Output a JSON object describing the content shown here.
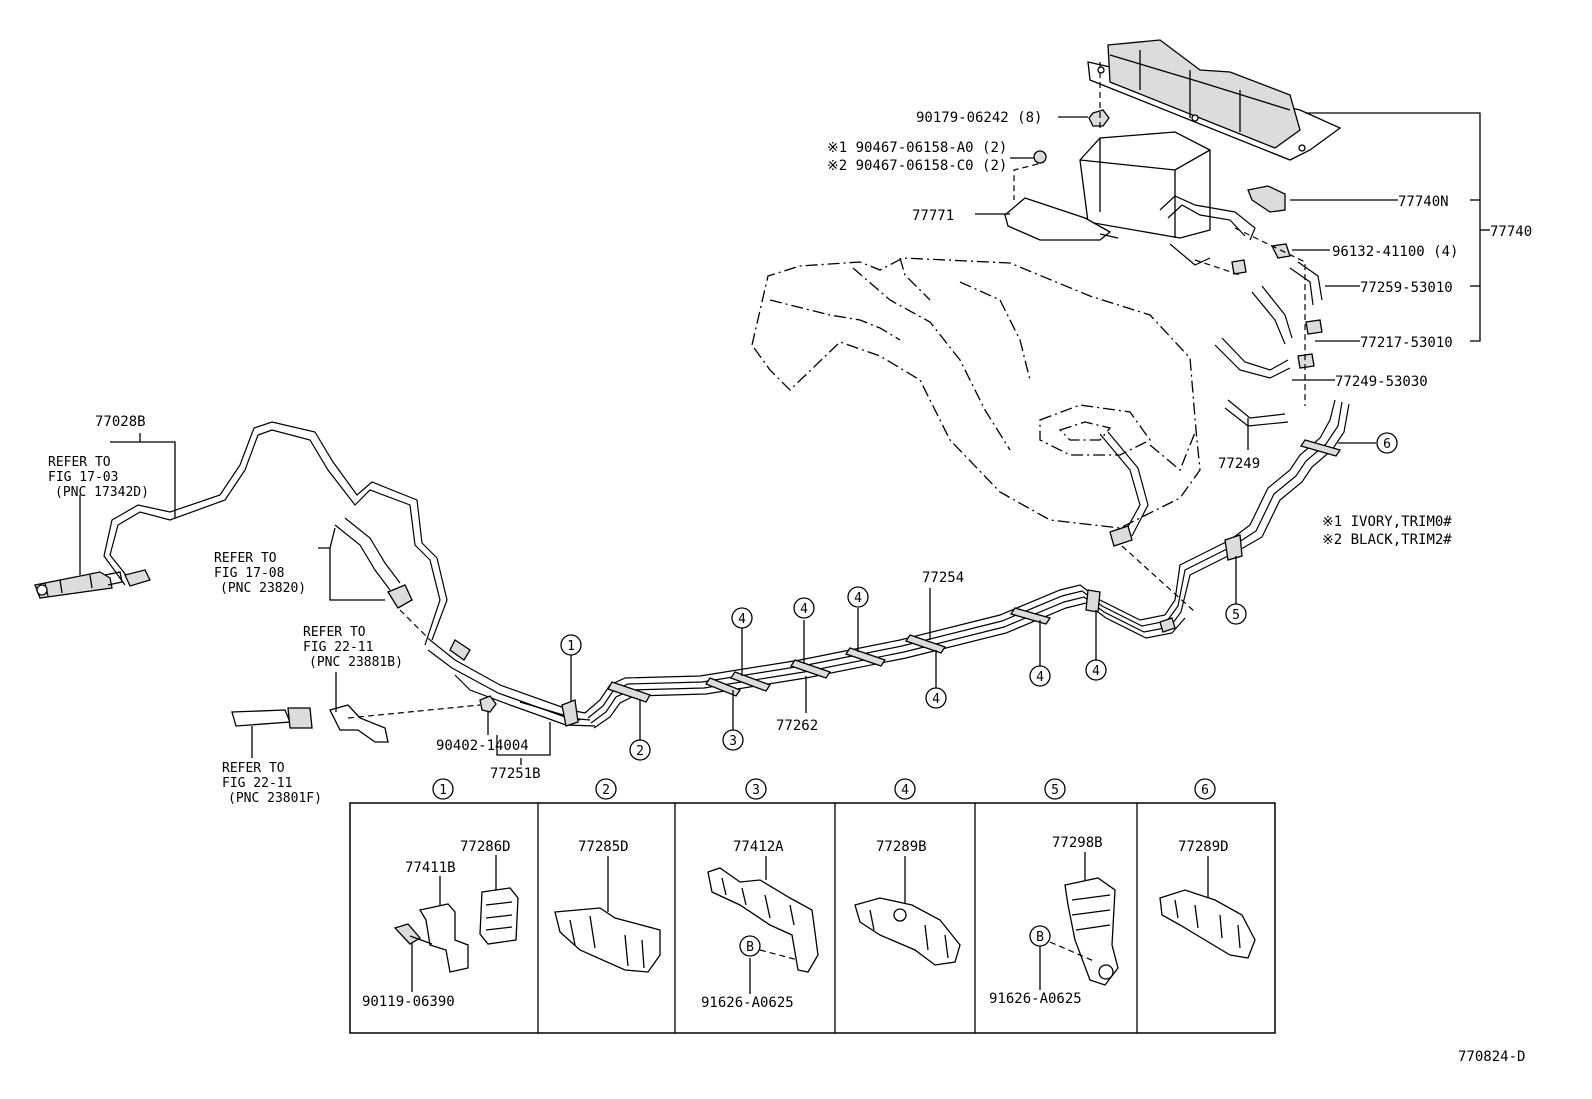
{
  "diagram": {
    "figure_id": "770824-D",
    "notes": {
      "note1": "※1 IVORY,TRIM0#",
      "note2": "※2 BLACK,TRIM2#"
    },
    "labels": {
      "p90179": "90179-06242 (8)",
      "p90467a": "※1 90467-06158-A0 (2)",
      "p90467b": "※2 90467-06158-C0 (2)",
      "p77771": "77771",
      "p77740N": "77740N",
      "p77740": "77740",
      "p96132": "96132-41100 (4)",
      "p77259": "77259-53010",
      "p77217": "77217-53010",
      "p77249_53030": "77249-53030",
      "p77249": "77249",
      "p77028B": "77028B",
      "p77254": "77254",
      "p77262": "77262",
      "p77251B": "77251B",
      "p90402": "90402-14004"
    },
    "refers": {
      "ref1": [
        "REFER TO",
        "FIG 17-03",
        "(PNC 17342D)"
      ],
      "ref2": [
        "REFER TO",
        "FIG 17-08",
        "(PNC 23820)"
      ],
      "ref3": [
        "REFER TO",
        "FIG 22-11",
        "(PNC 23881B)"
      ],
      "ref4": [
        "REFER TO",
        "FIG 22-11",
        "(PNC 23801F)"
      ]
    },
    "callouts": [
      "1",
      "2",
      "3",
      "4",
      "5",
      "6",
      "B"
    ],
    "panels": [
      {
        "num": "1",
        "parts": [
          "77286D",
          "77411B",
          "90119-06390"
        ]
      },
      {
        "num": "2",
        "parts": [
          "77285D"
        ]
      },
      {
        "num": "3",
        "parts": [
          "77412A",
          "91626-A0625"
        ]
      },
      {
        "num": "4",
        "parts": [
          "77289B"
        ]
      },
      {
        "num": "5",
        "parts": [
          "77298B",
          "91626-A0625"
        ]
      },
      {
        "num": "6",
        "parts": [
          "77289D"
        ]
      }
    ]
  }
}
